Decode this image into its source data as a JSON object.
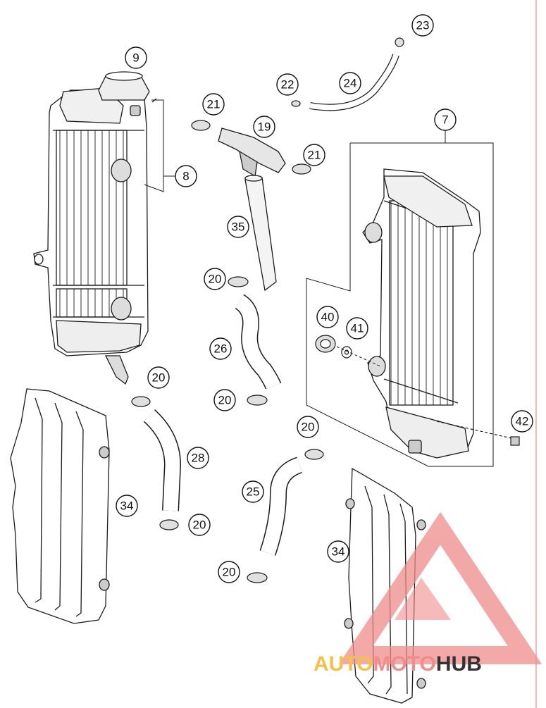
{
  "callouts": {
    "c9": "9",
    "c8": "8",
    "c21a": "21",
    "c19": "19",
    "c21b": "21",
    "c22": "22",
    "c24": "24",
    "c23": "23",
    "c7": "7",
    "c35": "35",
    "c20a": "20",
    "c26": "26",
    "c20b": "20",
    "c20c": "20",
    "c28": "28",
    "c20d": "20",
    "c34a": "34",
    "c25": "25",
    "c20e": "20",
    "c20f": "20",
    "c40": "40",
    "c41": "41",
    "c42": "42",
    "c34b": "34"
  },
  "watermark": {
    "part1": "AUTO",
    "part2": "MOTO",
    "part3": "HUB",
    "color_primary": "#f08c8c",
    "color_accent": "#f5c04a",
    "color_dark": "#333333"
  },
  "colors": {
    "line": "#1a1a1a",
    "part_fill": "#ffffff",
    "shade": "#d9d9d9",
    "page_edge": "#e8a0a0"
  }
}
